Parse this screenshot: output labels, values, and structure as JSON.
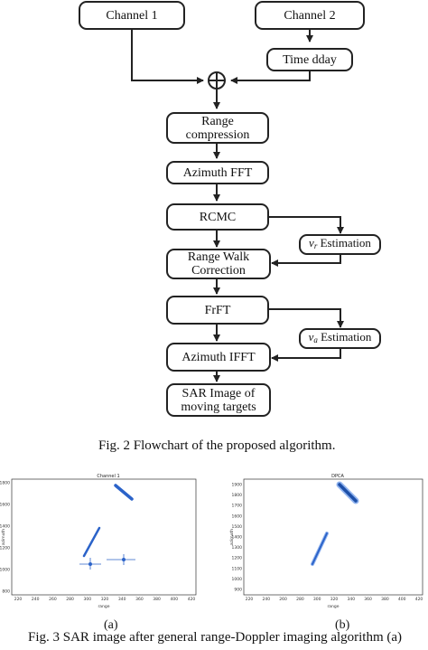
{
  "flowchart": {
    "channel1": "Channel 1",
    "channel2": "Channel 2",
    "time_delay": "Time dday",
    "range_compression": [
      "Range",
      "compression"
    ],
    "azimuth_fft": "Azimuth FFT",
    "rcmc": "RCMC",
    "vr_estimation": {
      "symbol": "v",
      "subscript": "r",
      "text": " Estimation"
    },
    "range_walk": [
      "Range Walk",
      "Correction"
    ],
    "frft": "FrFT",
    "va_estimation": {
      "symbol": "v",
      "subscript": "a",
      "text": " Estimation"
    },
    "azimuth_ifft": "Azimuth IFFT",
    "sar_image": [
      "SAR Image of",
      "moving targets"
    ]
  },
  "fig2_caption": "Fig. 2 Flowchart of the proposed algorithm.",
  "panel_a": {
    "title": "Channel 1",
    "xlabel": "range",
    "ylabel": "azimuth",
    "xticks": [
      "220",
      "240",
      "260",
      "280",
      "300",
      "320",
      "340",
      "360",
      "380",
      "400",
      "420"
    ],
    "yticks": [
      "1800",
      "1600",
      "1400",
      "1200",
      "1000",
      "800"
    ],
    "label": "(a)"
  },
  "panel_b": {
    "title": "DPCA",
    "xlabel": "range",
    "ylabel": "azimuth",
    "xticks": [
      "220",
      "240",
      "260",
      "280",
      "300",
      "320",
      "340",
      "360",
      "380",
      "400",
      "420"
    ],
    "yticks": [
      "1900",
      "1800",
      "1700",
      "1600",
      "1500",
      "1400",
      "1300",
      "1200",
      "1100",
      "1000",
      "900"
    ],
    "label": "(b)"
  },
  "fig3_caption": "Fig. 3 SAR image after general range-Doppler imaging algorithm (a)",
  "colors": {
    "stroke": "#222222",
    "target": "#2b63c9",
    "target_light": "#8fb2ee"
  }
}
